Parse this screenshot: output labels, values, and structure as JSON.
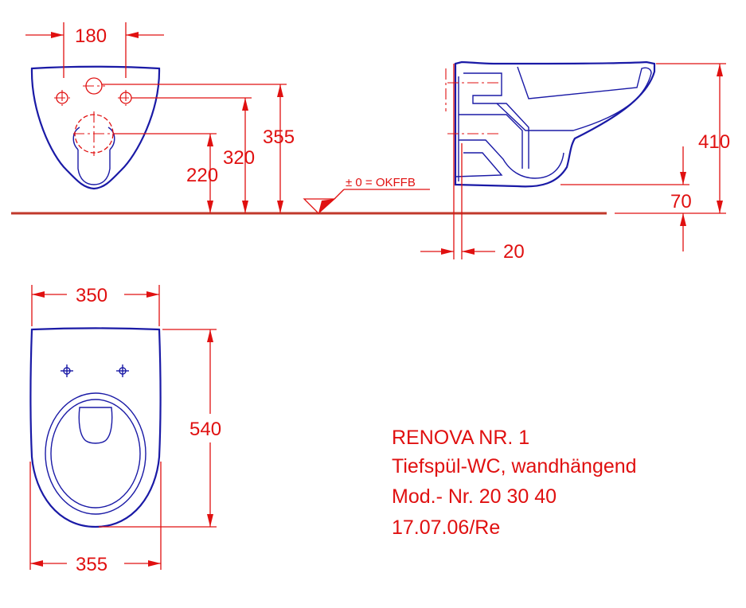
{
  "dimensions": {
    "front_hole_spacing": "180",
    "front_h_220": "220",
    "front_h_320": "320",
    "front_h_355": "355",
    "floor_ref": "± 0 = OKFFB",
    "side_h_410": "410",
    "side_h_70": "70",
    "side_gap_20": "20",
    "top_width_350": "350",
    "top_length_540": "540",
    "top_width_355": "355"
  },
  "info": {
    "line1": "RENOVA NR. 1",
    "line2": "Tiefspül-WC, wandhängend",
    "line3": "Mod.- Nr. 20 30 40",
    "line4": "17.07.06/Re"
  },
  "colors": {
    "outline": "#1a1aa6",
    "dimension": "#e01010",
    "floor": "#c0392b"
  }
}
